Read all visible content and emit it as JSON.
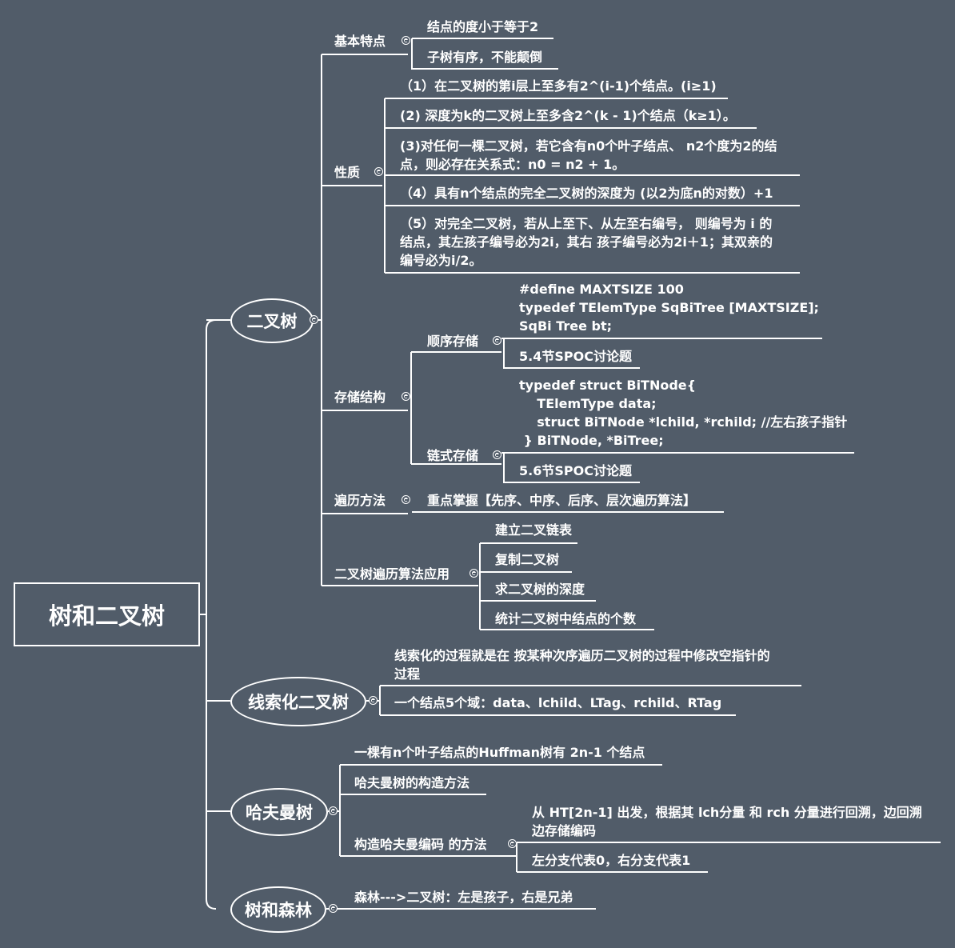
{
  "root": {
    "label": "树和二叉树"
  },
  "branches": {
    "binary_tree": {
      "label": "二叉树"
    },
    "threaded": {
      "label": "线索化二叉树"
    },
    "huffman": {
      "label": "哈夫曼树"
    },
    "forest": {
      "label": "树和森林"
    }
  },
  "binary_tree": {
    "basic": {
      "label": "基本特点",
      "items": [
        "结点的度小于等于2",
        "子树有序，不能颠倒"
      ]
    },
    "properties": {
      "label": "性质",
      "items": [
        "（1）在二叉树的第i层上至多有2^(i-1)个结点。(i≥1)",
        "(2) 深度为k的二叉树上至多含2^(k - 1)个结点（k≥1）。",
        "(3)对任何一棵二叉树，若它含有n0个叶子结点、 n2个度为2的结\n点，则必存在关系式：n0 = n2 + 1。",
        "（4）具有n个结点的完全二叉树的深度为 (以2为底n的对数）+1",
        "（5）对完全二叉树，若从上至下、从左至右编号， 则编号为 i 的\n结点，其左孩子编号必为2i，其右 孩子编号必为2i＋1；其双亲的\n编号必为i/2。"
      ]
    },
    "storage": {
      "label": "存储结构",
      "sequential": {
        "label": "顺序存储",
        "items": [
          "#define MAXTSIZE 100\ntypedef TElemType SqBiTree [MAXTSIZE];\nSqBi Tree bt;",
          "5.4节SPOC讨论题"
        ]
      },
      "linked": {
        "label": "链式存储",
        "items": [
          "typedef struct BiTNode{\n    TElemType data;\n    struct BiTNode *lchild, *rchild; //左右孩子指针\n } BiTNode, *BiTree;",
          "5.6节SPOC讨论题"
        ]
      }
    },
    "traversal": {
      "label": "遍历方法",
      "items": [
        "重点掌握【先序、中序、后序、层次遍历算法】"
      ]
    },
    "applications": {
      "label": "二叉树遍历算法应用",
      "items": [
        "建立二叉链表",
        "复制二叉树",
        "求二叉树的深度",
        "统计二叉树中结点的个数"
      ]
    }
  },
  "threaded": {
    "items": [
      "线索化的过程就是在 按某种次序遍历二叉树的过程中修改空指针的\n过程",
      "一个结点5个域：data、lchild、LTag、rchild、RTag"
    ]
  },
  "huffman": {
    "items": [
      "一棵有n个叶子结点的Huffman树有 2n-1 个结点",
      "哈夫曼树的构造方法"
    ],
    "encoding": {
      "label": "构造哈夫曼编码 的方法",
      "items": [
        "从 HT[2n-1] 出发，根据其 lch分量 和 rch 分量进行回溯，边回溯\n边存储编码",
        "左分支代表0，右分支代表1"
      ]
    }
  },
  "forest": {
    "items": [
      "森林--->二叉树：左是孩子，右是兄弟"
    ]
  }
}
